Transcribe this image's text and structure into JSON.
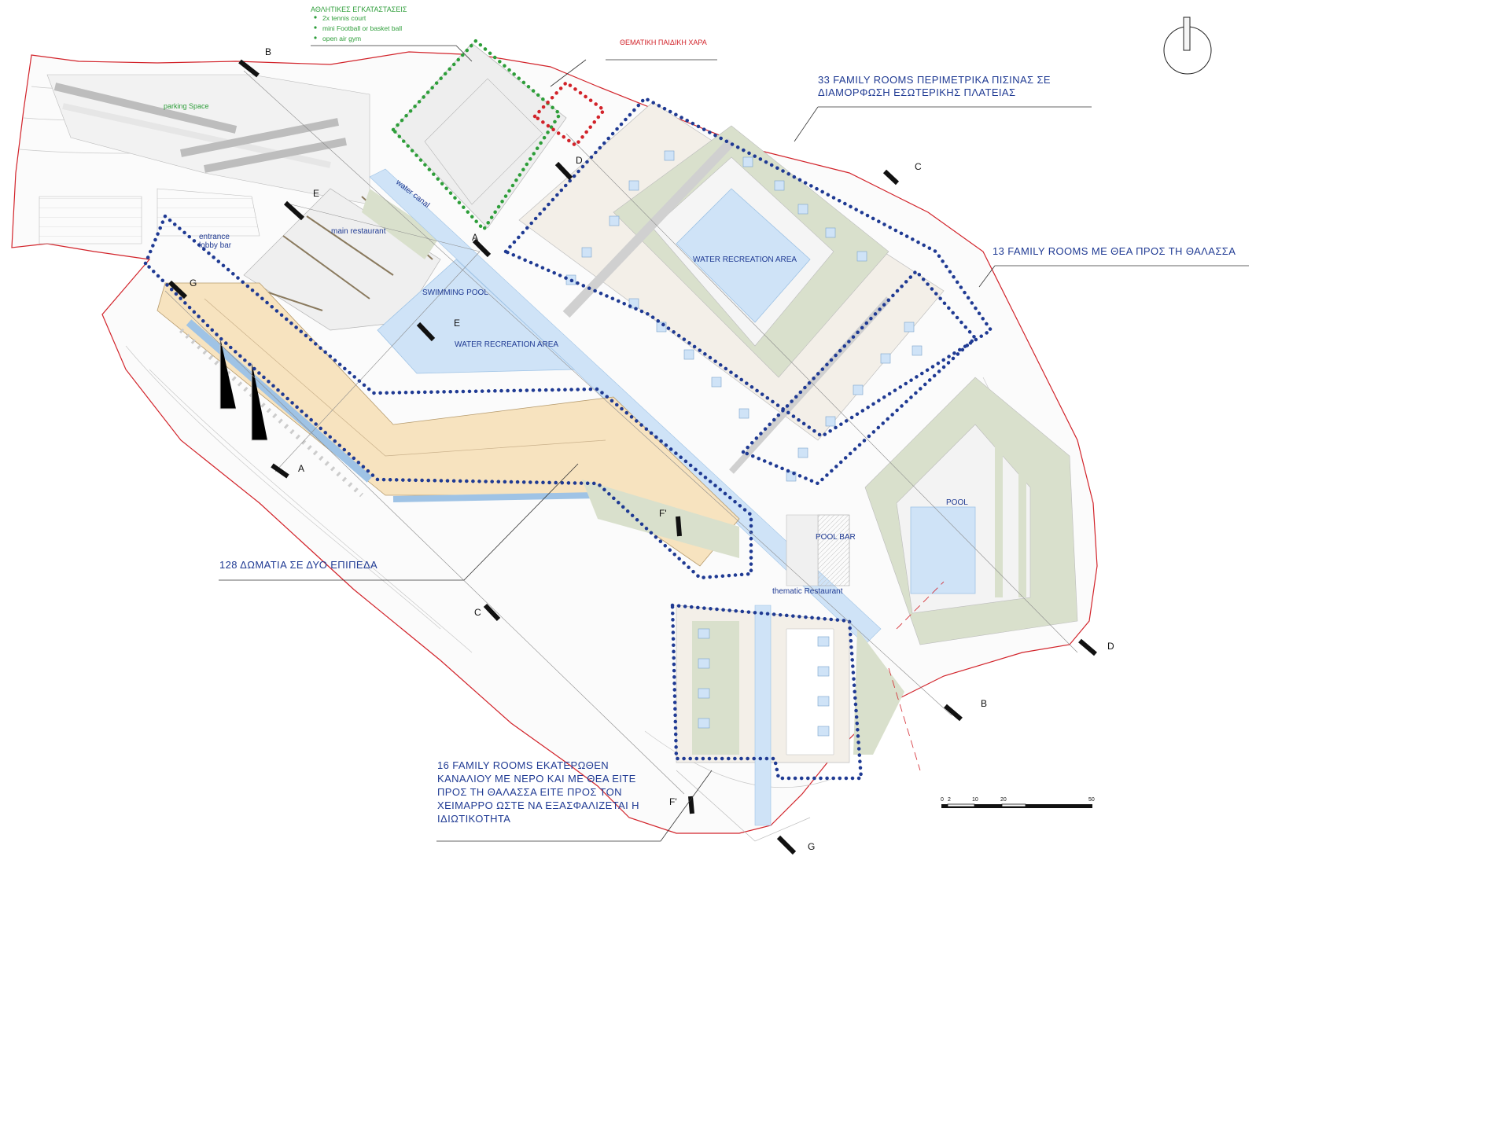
{
  "colors": {
    "annotation_blue": "#1f3a93",
    "sports_green": "#2e9e3a",
    "playground_red": "#d2232a",
    "site_boundary": "#d2232a",
    "water": "#cfe3f7",
    "greenery": "#d9e0cc",
    "building_beige": "#f7e3bf"
  },
  "sports": {
    "title": "ΑΘΛΗΤΙΚΕΣ ΕΓΚΑΤΑΣΤΑΣΕΙΣ",
    "items": [
      "2x tennis court",
      "mini Football or basket ball",
      "open air gym"
    ]
  },
  "playground_label": "ΘΕΜΑΤΙΚΗ ΠΑΙΔΙΚΗ ΧΑΡΑ",
  "annotations": {
    "family33_line1": "33 FAMILY ROOMS ΠΕΡΙΜΕΤΡΙΚΑ ΠΙΣΙΝΑΣ  ΣΕ",
    "family33_line2": "ΔΙΑΜΟΡΦΩΣΗ ΕΣΩΤΕΡΙΚΗΣ ΠΛΑΤΕΙΑΣ",
    "family13": "13 FAMILY ROOMS ΜΕ ΘΕΑ ΠΡΟΣ ΤΗ ΘΑΛΑΣΣΑ",
    "rooms128": "128 ΔΩΜΑΤΙΑ ΣΕ ΔΥΟ ΕΠΙΠΕΔΑ",
    "family16": [
      "16 FAMILY ROOMS ΕΚΑΤΕΡΩΘΕΝ",
      "ΚΑΝΑΛΙΟΥ ΜΕ ΝΕΡΟ ΚΑΙ ΜΕ ΘΕΑ ΕΙΤΕ",
      "ΠΡΟΣ ΤΗ ΘΑΛΑΣΣΑ ΕΙΤΕ ΠΡΟΣ ΤΟΝ",
      "ΧΕΙΜΑΡΡΟ ΩΣΤΕ ΝΑ ΕΞΑΣΦΑΛΙΖΕΤΑΙ Η",
      "ΙΔΙΩΤΙΚΟΤΗΤΑ"
    ]
  },
  "places": {
    "parking": "parking Space",
    "water_canal": "water canal",
    "main_restaurant": "main restaurant",
    "entrance": "entrance",
    "lobby_bar": "lobby bar",
    "swimming_pool": "SWIMMING POOL",
    "water_recreation_1": "WATER RECREATION AREA",
    "water_recreation_2": "WATER RECREATION AREA",
    "pool": "POOL",
    "pool_bar": "POOL BAR",
    "thematic_restaurant": "thematic Restaurant"
  },
  "sections": {
    "B_top": "B",
    "E_top": "E",
    "A_top": "A",
    "D_top": "D",
    "C_top": "C",
    "G_left": "G",
    "E_mid": "E",
    "A_bottom": "A",
    "F_mid": "F'",
    "C_bottom": "C",
    "D_right": "D",
    "B_bottom": "B",
    "F_bottom": "F'",
    "G_bottom": "G"
  },
  "scale_bar": {
    "ticks": [
      "0",
      "2",
      "10",
      "20",
      "50"
    ]
  },
  "north_arrow": "north-arrow"
}
